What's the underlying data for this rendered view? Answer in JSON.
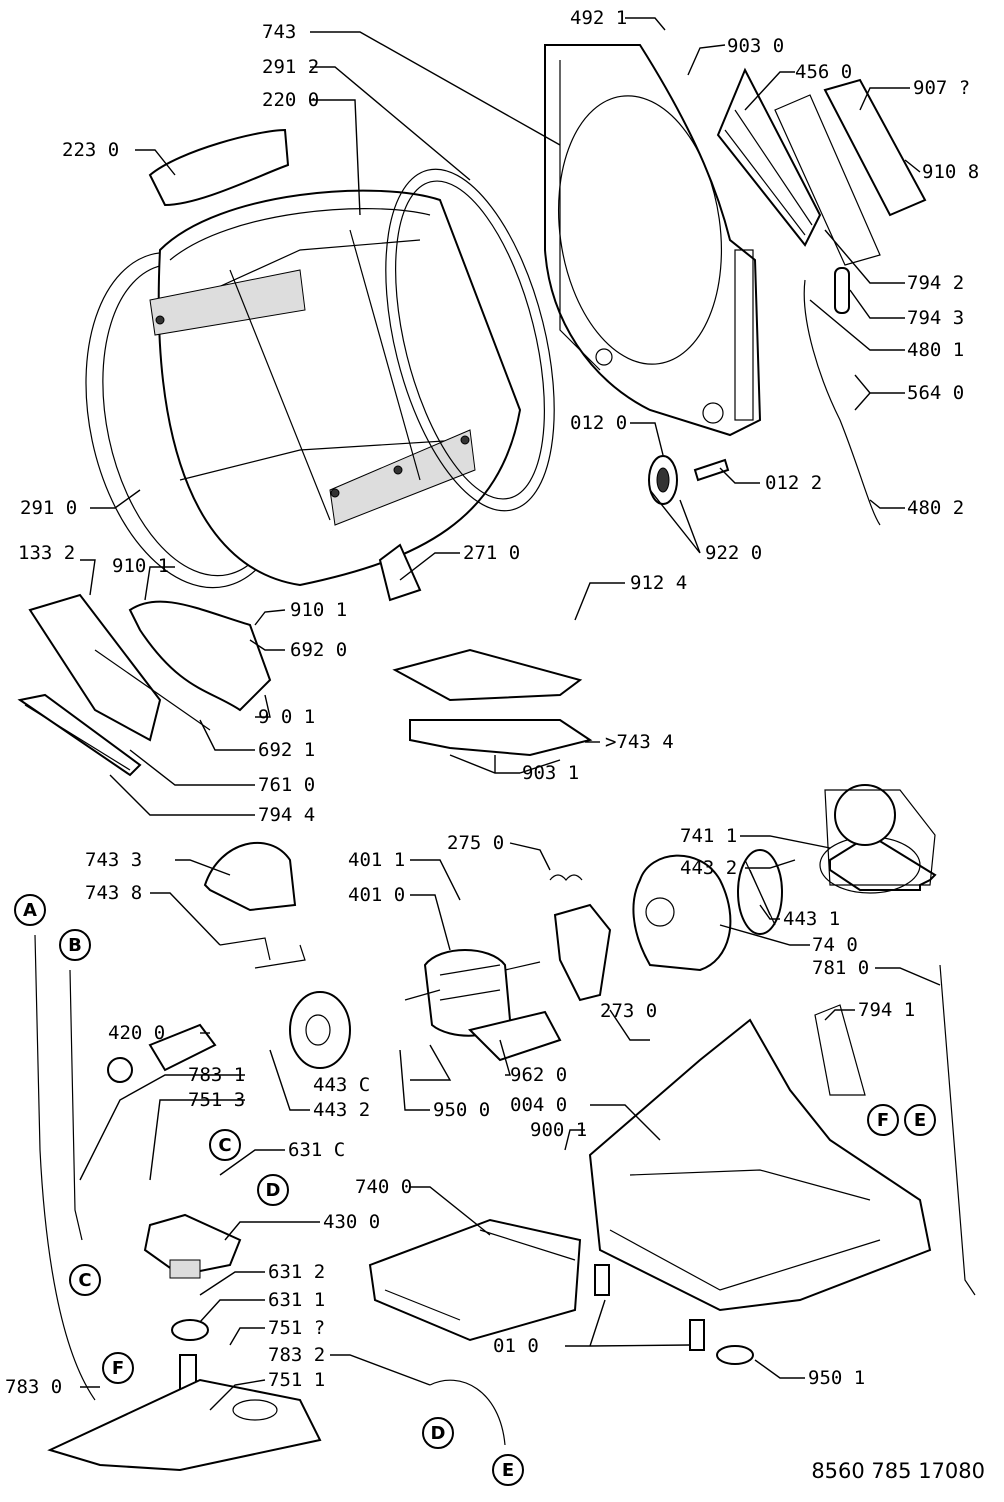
{
  "labels": {
    "p743": "743",
    "p2912": "291 2",
    "p2200": "220 0",
    "p2230": "223 0",
    "p4921": "492 1",
    "p9030": "903 0",
    "p4560": "456 0",
    "p9072": "907 ?",
    "p9108": "910 8",
    "p7942": "794 2",
    "p7943": "794 3",
    "p4801": "480 1",
    "p5640": "564 0",
    "p0120": "012 0",
    "p0122": "012 2",
    "p4802": "480 2",
    "p9220": "922 0",
    "p2910": "291 0",
    "p2710": "271 0",
    "p1332": "133 2",
    "p9101a": "910 1",
    "p9101b": "910 1",
    "p6920": "692 0",
    "p9124": "912 4",
    "p901": "9 0 1",
    "p6921": "692 1",
    "p7610": "761 0",
    "p7944": "794 4",
    "p7434": ">743 4",
    "p9031": "903 1",
    "p7411": "741 1",
    "p4432a": "443 2",
    "p7433": "743 3",
    "p4011": "401 1",
    "p2750": "275 0",
    "p4010": "401 0",
    "p7438": "743 8",
    "p4431": "443 1",
    "p740": "74  0",
    "p7810": "781 0",
    "p4200": "420 0",
    "p7941": "794 1",
    "p2730": "273 0",
    "p7831": "783 1",
    "p4430": "443 C",
    "p4432b": "443 2",
    "p9620": "962 0",
    "p7513": "751 3",
    "p9500": "950 0",
    "p0040": "004 0",
    "p9001": "900 1",
    "p6310": "631 C",
    "p4300": "430 0",
    "p7400": "740 0",
    "p6312": "631 2",
    "p6311": "631 1",
    "p7512": "751 ?",
    "p010": "01  0",
    "p7832": "783 2",
    "p7830": "783 0",
    "p7511": "751 1",
    "p9501": "950 1"
  },
  "connectors": {
    "A": "A",
    "B": "B",
    "C1": "C",
    "C2": "C",
    "D1": "D",
    "D2": "D",
    "E1": "E",
    "E2": "E",
    "F1": "F",
    "F2": "F"
  },
  "document_number": "8560 785 17080"
}
